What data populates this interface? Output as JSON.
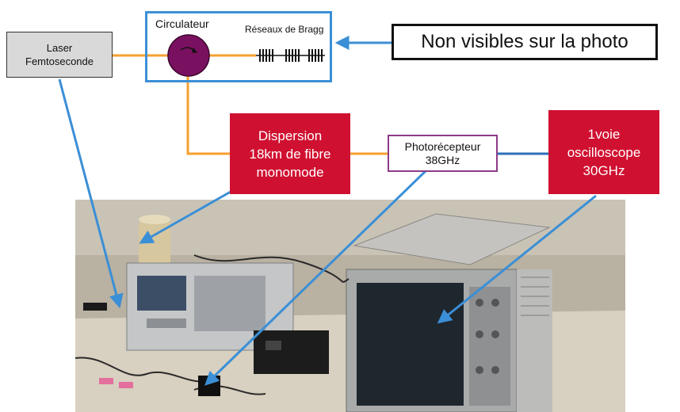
{
  "laser": {
    "line1": "Laser",
    "line2": "Femtoseconde"
  },
  "circulator_label": "Circulateur",
  "bragg_label": "Réseaux de Bragg",
  "note": "Non visibles sur la photo",
  "dispersion": {
    "line1": "Dispersion",
    "line2": "18km de fibre",
    "line3": "monomode"
  },
  "photoreceiver": {
    "line1": "Photorécepteur",
    "line2": "38GHz"
  },
  "oscilloscope": {
    "line1": "1voie",
    "line2": "oscilloscope",
    "line3": "30GHz"
  },
  "colors": {
    "fiber": "#f5a030",
    "blue": "#3b8fd6",
    "red_box": "#d01030",
    "circulator": "#7a1060",
    "electrical": "#2e6fb8"
  }
}
